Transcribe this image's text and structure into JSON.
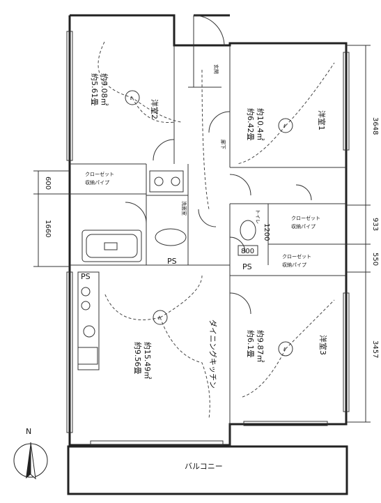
{
  "rooms": {
    "western2": {
      "name": "洋室2",
      "area": "約9.08㎡",
      "tatami": "約5.61畳"
    },
    "western1": {
      "name": "洋室1",
      "area": "約10.4㎡",
      "tatami": "約6.42畳"
    },
    "western3": {
      "name": "洋室3",
      "area": "約9.87㎡",
      "tatami": "約6.1畳"
    },
    "ldk": {
      "name": "ダイニングキッチン",
      "area": "約15.49㎡",
      "tatami": "約9.56畳"
    },
    "corridor": {
      "name": "廊下"
    },
    "toilet": {
      "name": "トイレ"
    },
    "washroom": {
      "name": "洗面室"
    },
    "balcony": {
      "name": "バルコニー"
    },
    "entrance": {
      "name": "玄関"
    }
  },
  "closets": {
    "closet_w2": "クローゼット",
    "closet_w2_pipe": "収納パイプ",
    "closet_w3": "クローゼット",
    "closet_w3_pipe": "収納パイプ",
    "closet_toilet": "クローゼット",
    "closet_toilet_pipe": "収納パイプ"
  },
  "labels": {
    "ps1": "PS",
    "ps2": "PS",
    "ps3": "PS",
    "w800": "800",
    "w1200": "1200",
    "compass_n": "N"
  },
  "dimensions": {
    "left": [
      "600",
      "1660"
    ],
    "right": [
      "3648",
      "933",
      "550",
      "3457"
    ]
  }
}
